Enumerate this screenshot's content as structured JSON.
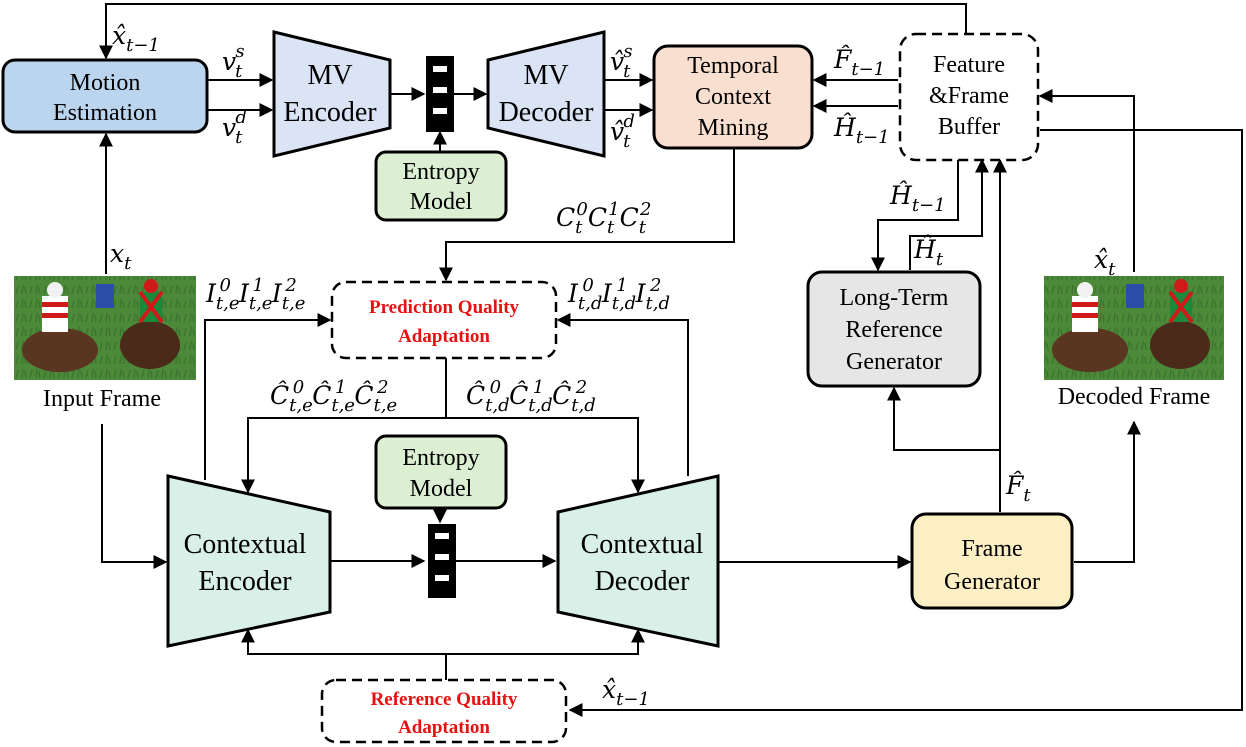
{
  "blocks": {
    "motion_estimation": [
      "Motion",
      "Estimation"
    ],
    "mv_encoder": [
      "MV",
      "Encoder"
    ],
    "mv_decoder": [
      "MV",
      "Decoder"
    ],
    "entropy_model_top": [
      "Entropy",
      "Model"
    ],
    "temporal_context_mining": [
      "Temporal",
      "Context",
      "Mining"
    ],
    "feature_frame_buffer": [
      "Feature",
      "&Frame",
      "Buffer"
    ],
    "prediction_quality_adaptation": [
      "Prediction Quality",
      "Adaptation"
    ],
    "long_term_reference_generator": [
      "Long-Term",
      "Reference",
      "Generator"
    ],
    "entropy_model_mid": [
      "Entropy",
      "Model"
    ],
    "contextual_encoder": [
      "Contextual",
      "Encoder"
    ],
    "contextual_decoder": [
      "Contextual",
      "Decoder"
    ],
    "frame_generator": [
      "Frame",
      "Generator"
    ],
    "reference_quality_adaptation": [
      "Reference Quality",
      "Adaptation"
    ]
  },
  "images": {
    "input_caption": "Input Frame",
    "decoded_caption": "Decoded Frame"
  },
  "symbols": {
    "x_hat_prev": "x̂",
    "x_t": "x",
    "x_hat_t": "x̂",
    "v_s": "v",
    "v_d": "v",
    "v_hat_s": "v̂",
    "v_hat_d": "v̂",
    "F_hat": "F̂",
    "H_hat": "Ĥ",
    "C": "C",
    "C_hat": "Ĉ",
    "I": "I",
    "sub_t_minus_1": "t−1",
    "sub_t": "t",
    "sup_s": "s",
    "sup_d": "d"
  },
  "colors": {
    "motion_estimation": "#bcd5ee",
    "mv_codec": "#dbe4f5",
    "entropy_model": "#dcefd3",
    "temporal_context_mining": "#f9dfcf",
    "long_term_reference": "#e6e6e6",
    "contextual_codec": "#d8f0e8",
    "frame_generator": "#fdefc4",
    "adaptation_text": "#e81010"
  }
}
